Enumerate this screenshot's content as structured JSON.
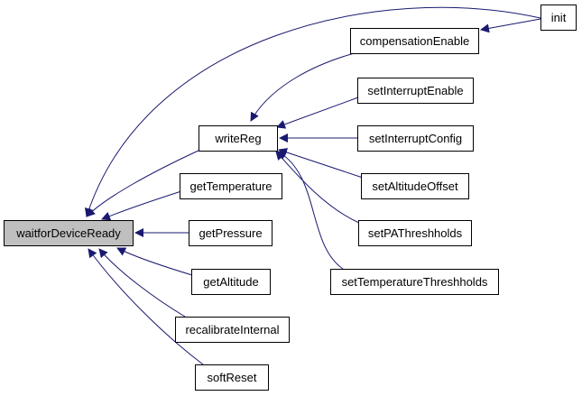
{
  "colors": {
    "edge": "#191970",
    "node_border": "#000000",
    "node_fill": "#ffffff",
    "focus_fill": "#bfbfbf"
  },
  "nodes": {
    "waitforDeviceReady": "waitforDeviceReady",
    "writeReg": "writeReg",
    "getTemperature": "getTemperature",
    "getPressure": "getPressure",
    "getAltitude": "getAltitude",
    "recalibrateInternal": "recalibrateInternal",
    "softReset": "softReset",
    "init": "init",
    "compensationEnable": "compensationEnable",
    "setInterruptEnable": "setInterruptEnable",
    "setInterruptConfig": "setInterruptConfig",
    "setAltitudeOffset": "setAltitudeOffset",
    "setPAThreshholds": "setPAThreshholds",
    "setTemperatureThreshholds": "setTemperatureThreshholds"
  },
  "edges": [
    {
      "from": "init",
      "to": "waitforDeviceReady"
    },
    {
      "from": "writeReg",
      "to": "waitforDeviceReady"
    },
    {
      "from": "getTemperature",
      "to": "waitforDeviceReady"
    },
    {
      "from": "getPressure",
      "to": "waitforDeviceReady"
    },
    {
      "from": "getAltitude",
      "to": "waitforDeviceReady"
    },
    {
      "from": "recalibrateInternal",
      "to": "waitforDeviceReady"
    },
    {
      "from": "softReset",
      "to": "waitforDeviceReady"
    },
    {
      "from": "compensationEnable",
      "to": "writeReg"
    },
    {
      "from": "setInterruptEnable",
      "to": "writeReg"
    },
    {
      "from": "setInterruptConfig",
      "to": "writeReg"
    },
    {
      "from": "setAltitudeOffset",
      "to": "writeReg"
    },
    {
      "from": "setPAThreshholds",
      "to": "writeReg"
    },
    {
      "from": "setTemperatureThreshholds",
      "to": "writeReg"
    },
    {
      "from": "init",
      "to": "compensationEnable"
    }
  ]
}
